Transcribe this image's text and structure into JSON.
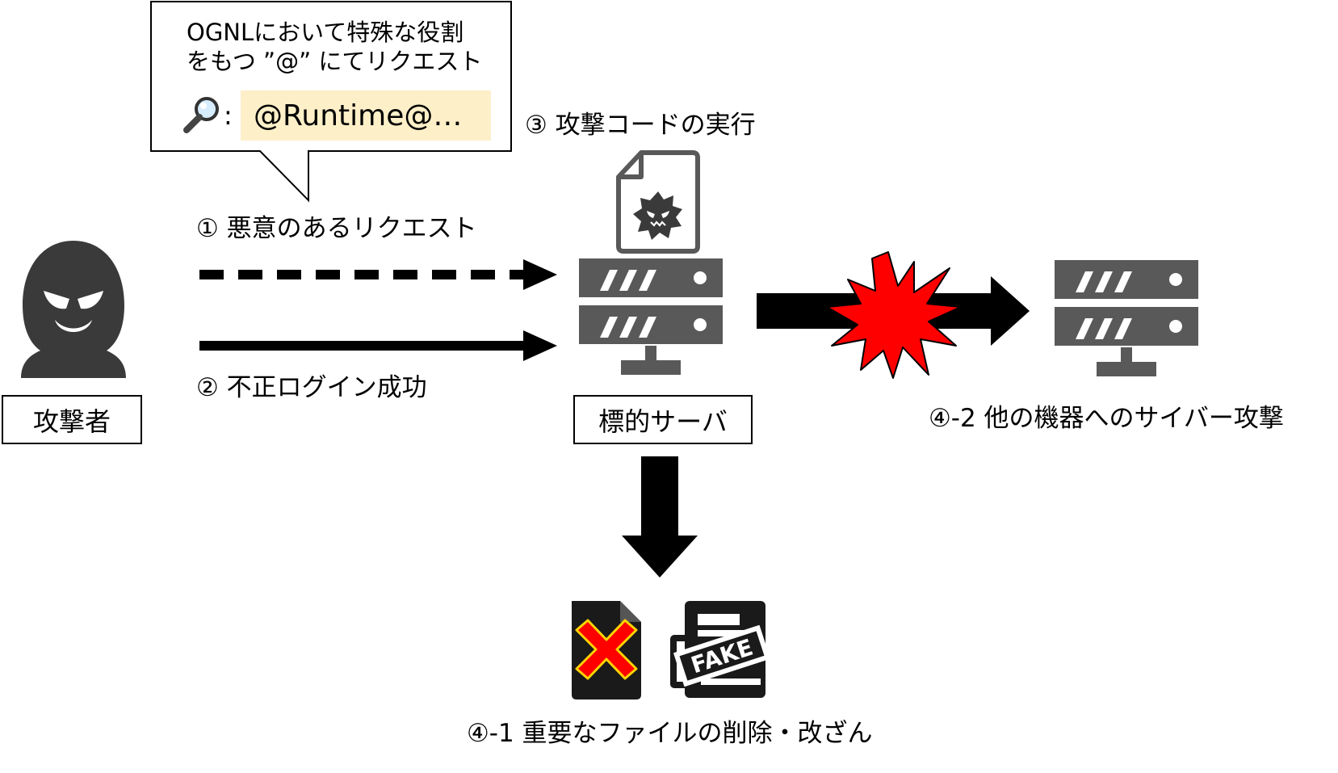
{
  "bubble": {
    "line1": "OGNLにおいて特殊な役割",
    "line2": "をもつ ”@” にてリクエスト",
    "colon": ":",
    "code": "@Runtime@…"
  },
  "attacker": {
    "label": "攻撃者"
  },
  "target_server": {
    "label": "標的サーバ"
  },
  "steps": {
    "step1": "① 悪意のあるリクエスト",
    "step2": "② 不正ログイン成功",
    "step3": "③ 攻撃コードの実行",
    "step4_1": "④-1 重要なファイルの削除・改ざん",
    "step4_2": "④-2 他の機器へのサイバー攻撃"
  },
  "fake_stamp": "FAKE",
  "colors": {
    "server": "#595959",
    "icon_dark": "#3a3a3a",
    "arrow": "#000000",
    "burst": "#ff0000",
    "delete_x": "#ff0000",
    "delete_x_outline": "#ffd400",
    "code_bg": "#fdefc8"
  }
}
